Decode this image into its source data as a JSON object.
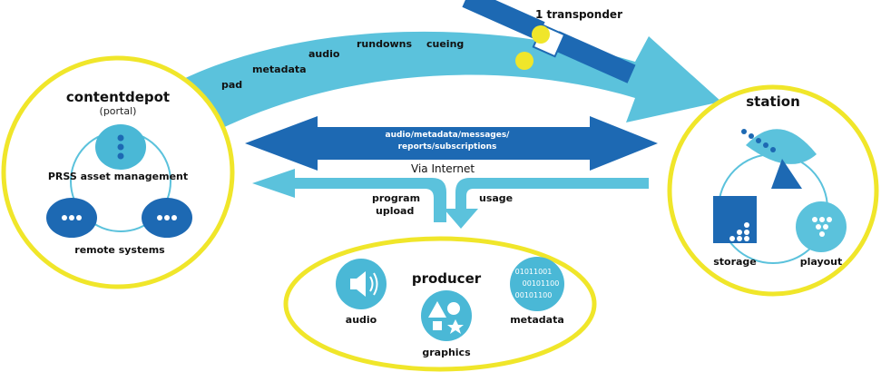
{
  "satellite": {
    "label": "1 transponder"
  },
  "satellite_arc": {
    "labels": [
      "pad",
      "metadata",
      "audio",
      "rundowns",
      "cueing"
    ]
  },
  "contentdepot": {
    "title": "contentdepot",
    "subtitle": "(portal)",
    "asset_label": "PRSS asset management",
    "remote_label": "remote systems"
  },
  "station": {
    "title": "station",
    "storage_label": "storage",
    "playout_label": "playout"
  },
  "internet": {
    "double_arrow_line1": "audio/metadata/messages/",
    "double_arrow_line2": "reports/subscriptions",
    "via_label": "Via Internet",
    "upload_line1": "program",
    "upload_line2": "upload",
    "usage_label": "usage"
  },
  "producer": {
    "title": "producer",
    "audio_label": "audio",
    "graphics_label": "graphics",
    "metadata_label": "metadata",
    "binary_lines": [
      "01011001",
      "00101100",
      "00101100"
    ]
  },
  "colors": {
    "light_blue": "#5bc2dc",
    "dark_blue": "#1d69b3",
    "circle_yellow": "#f0e62a",
    "bubble_cyan": "#4ab8d6"
  }
}
